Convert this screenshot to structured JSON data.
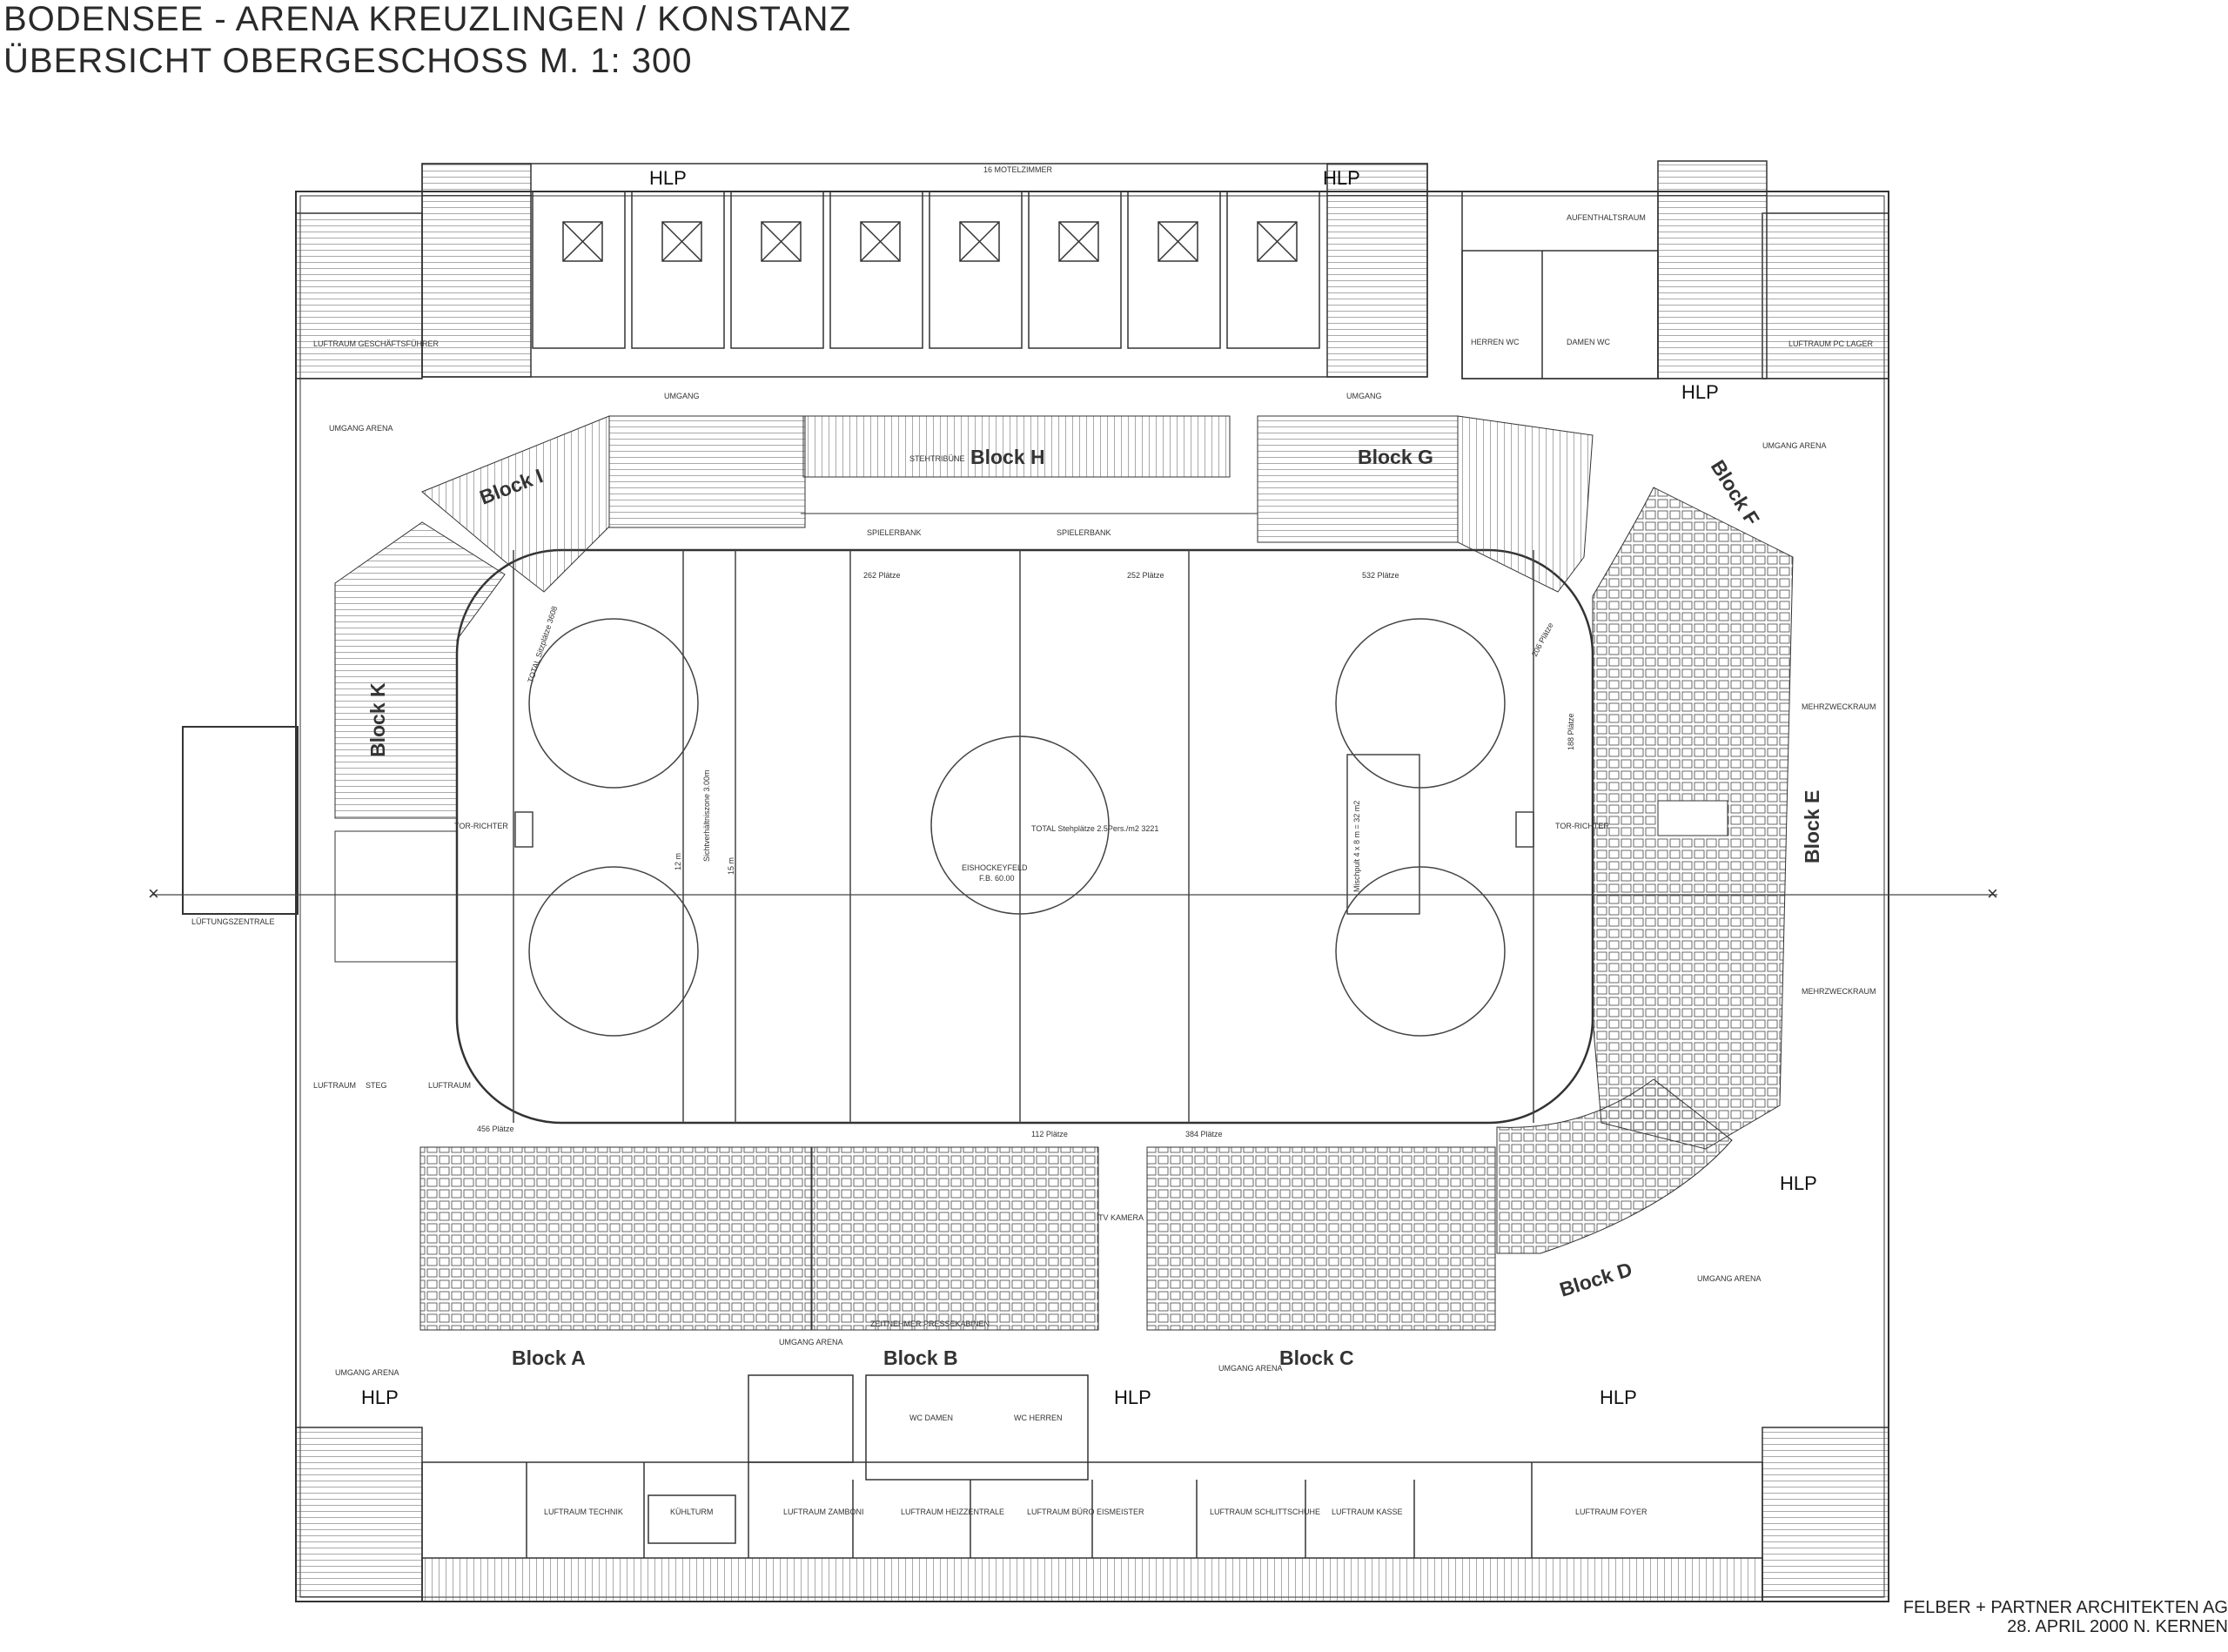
{
  "header": {
    "title": "BODENSEE - ARENA KREUZLINGEN / KONSTANZ",
    "subtitle": "ÜBERSICHT OBERGESCHOSS M. 1: 300"
  },
  "credit": {
    "firm": "FELBER + PARTNER ARCHITEKTEN AG",
    "date": "28. APRIL 2000 N. KERNEN"
  },
  "blocks": {
    "a": "Block A",
    "b": "Block B",
    "c": "Block C",
    "d": "Block D",
    "e": "Block E",
    "f": "Block F",
    "g": "Block G",
    "h": "Block H",
    "i": "Block I",
    "k": "Block K"
  },
  "seats": {
    "h_left": "262 Plätze",
    "h_right": "252 Plätze",
    "g": "532 Plätze",
    "f": "206 Plätze",
    "e": "188 Plätze",
    "a": "456 Plätze",
    "b": "112 Plätze",
    "c": "384 Plätze",
    "k_total": "TOTAL Sitzplätze 3608"
  },
  "rink": {
    "total_standing": "TOTAL Stehplätze 2.5Pers./m2  3221",
    "field": "EISHOCKEYFELD",
    "field_size": "F.B. 60.00",
    "width_12": "12 m",
    "width_15": "15 m",
    "zone": "Sichtverhältniszone 3.00m",
    "media": "Mischpult 4 x 8 m = 32 m2"
  },
  "rooms": {
    "luftraum_gf": "LUFTRAUM GESCHÄFTSFÜHRER",
    "umgang_arena": "UMGANG ARENA",
    "umgang": "UMGANG",
    "aufenthalt": "AUFENTHALTSRAUM",
    "herren_wc": "HERREN WC",
    "damen_wc": "DAMEN WC",
    "luftraum_pc": "LUFTRAUM PC LAGER",
    "spielerbank": "SPIELERBANK",
    "stehtribuene": "STEHTRIBÜNE",
    "torrichter": "TOR-RICHTER",
    "lueftungszentrale": "LÜFTUNGSZENTRALE",
    "mehrzweckraum": "MEHRZWECKRAUM",
    "luftraum": "LUFTRAUM",
    "steg": "STEG",
    "tv_kamera": "TV KAMERA",
    "zeitnehmer": "ZEITNEHMER PRESSEKABINEN",
    "wc_damen": "WC DAMEN",
    "wc_herren": "WC HERREN",
    "luftraum_technik": "LUFTRAUM TECHNIK",
    "kueltturm": "KÜHLTURM",
    "luftraum_zamboni": "LUFTRAUM ZAMBONI",
    "luftraum_heiz": "LUFTRAUM HEIZZENTRALE",
    "luftraum_buero": "LUFTRAUM BÜRO EISMEISTER",
    "luftraum_schult": "LUFTRAUM SCHLITTSCHUHE",
    "luftraum_kasse": "LUFTRAUM KASSE",
    "luftraum_foyer": "LUFTRAUM FOYER",
    "motel": "16 MOTELZIMMER"
  },
  "signs": {
    "hlp": "HLP"
  }
}
